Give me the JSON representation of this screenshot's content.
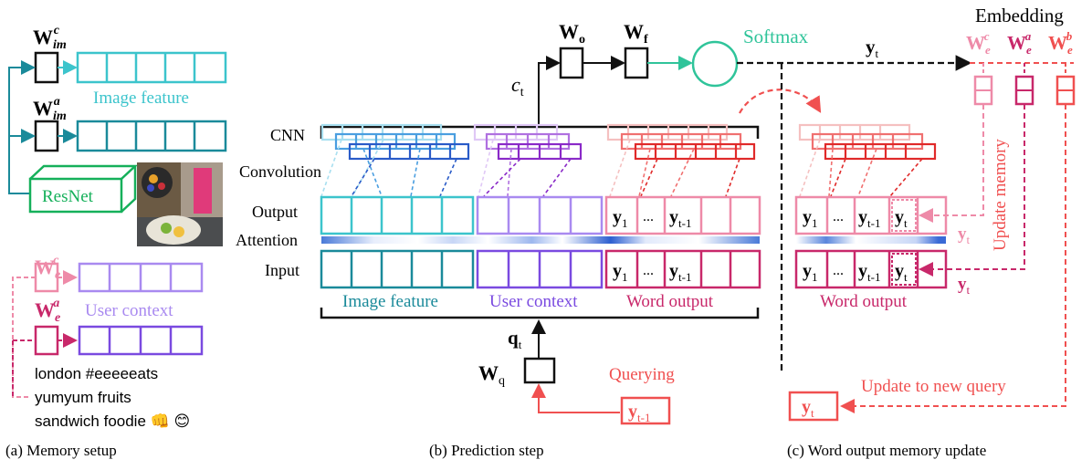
{
  "colors": {
    "teal": "#1a8a9a",
    "cyan": "#3cc4cc",
    "green": "#15b05a",
    "pink_light": "#ee8aa8",
    "magenta": "#c8286a",
    "red": "#f05050",
    "purple": "#7a4ae0",
    "lilac": "#a98af0",
    "blue": "#2a5bc8",
    "black": "#111111",
    "softmax_green": "#2fc49a"
  },
  "panel_a": {
    "w_im_c": {
      "base": "W",
      "sub": "im",
      "sup": "c"
    },
    "w_im_a": {
      "base": "W",
      "sub": "im",
      "sup": "a"
    },
    "image_feature": "Image feature",
    "resnet": "ResNet",
    "w_e_c": {
      "base": "W",
      "sub": "e",
      "sup": "c"
    },
    "w_e_a": {
      "base": "W",
      "sub": "e",
      "sup": "a"
    },
    "user_context": "User context",
    "text_lines": [
      "london #eeeeeats",
      "yumyum fruits",
      "sandwich foodie 👊 😊"
    ],
    "caption": "(a) Memory setup"
  },
  "panel_b": {
    "w_o": {
      "base": "W",
      "sub": "o"
    },
    "w_f": {
      "base": "W",
      "sub": "f"
    },
    "softmax": "Softmax",
    "c_t": {
      "base": "c",
      "sub": "t"
    },
    "row_cnn": "CNN",
    "row_convolution": "Convolution",
    "row_output": "Output",
    "row_attention": "Attention",
    "row_input": "Input",
    "y1": {
      "base": "y",
      "sub": "1"
    },
    "dots": "...",
    "y_tm1": {
      "base": "y",
      "sub": "t-1"
    },
    "image_feature": "Image feature",
    "user_context": "User context",
    "word_output": "Word output",
    "q_t": {
      "base": "q",
      "sub": "t"
    },
    "w_q": {
      "base": "W",
      "sub": "q"
    },
    "querying": "Querying",
    "caption": "(b) Prediction step"
  },
  "panel_c": {
    "embedding": "Embedding",
    "y_t_top": {
      "base": "y",
      "sub": "t"
    },
    "w_e_c": {
      "base": "W",
      "sub": "e",
      "sup": "c"
    },
    "w_e_a": {
      "base": "W",
      "sub": "e",
      "sup": "a"
    },
    "w_e_b": {
      "base": "W",
      "sub": "e",
      "sup": "b"
    },
    "update_memory": "Update memory",
    "y1": {
      "base": "y",
      "sub": "1"
    },
    "dots": "...",
    "y_tm1": {
      "base": "y",
      "sub": "t-1"
    },
    "y_t": {
      "base": "y",
      "sub": "t"
    },
    "word_output": "Word output",
    "update_to_new_query": "Update to new query",
    "caption": "(c) Word output memory update"
  }
}
